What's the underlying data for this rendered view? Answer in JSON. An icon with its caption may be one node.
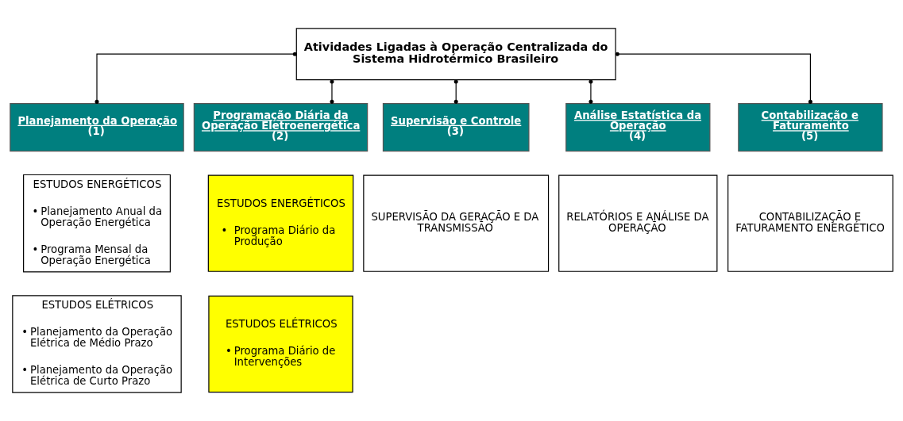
{
  "diagram": {
    "nodes": [
      {
        "text": [
          "Atividades Ligadas à Operação Centralizada do Sistema Hidrotérmico Brasileiro"
        ]
      },
      {
        "text": [
          "Planejamento da Operação",
          "(1)"
        ]
      },
      {
        "text": [
          "Programação Diária da Operação Eletroenergética",
          "(2)"
        ]
      },
      {
        "text": [
          "Supervisão e Controle",
          "(3)"
        ]
      },
      {
        "text": [
          "Análise Estatística da Operação",
          "(4)"
        ]
      },
      {
        "text": [
          "Contabilização e Faturamento",
          "(5)"
        ]
      },
      {
        "text": [
          "ESTUDOS ENERGÉTICOS",
          "•",
          "Planejamento Anual da Operação Energética",
          "•",
          "Programa Mensal da Operação Energética"
        ]
      },
      {
        "text": [
          "ESTUDOS ELÉTRICOS",
          "•",
          "Planejamento da Operação Elétrica de Médio Prazo",
          "•",
          "Planejamento da Operação Elétrica de Curto Prazo"
        ]
      },
      {
        "text": [
          "ESTUDOS ENERGÉTICOS",
          "•",
          "Programa Diário da Produção"
        ]
      },
      {
        "text": [
          "ESTUDOS ELÉTRICOS",
          "•",
          "Programa Diário de Intervenções"
        ]
      },
      {
        "text": [
          "SUPERVISÃO DA GERAÇÃO E DA TRANSMISSÃO"
        ]
      },
      {
        "text": [
          "RELATÓRIOS E ANÁLISE DA OPERAÇÃO"
        ]
      },
      {
        "text": [
          "CONTABILIZAÇÃO E FATURAMENTO ENERGÉTICO"
        ]
      }
    ],
    "edges": [
      {
        "from": 0,
        "to": 1,
        "arrow": "other"
      },
      {
        "from": 0,
        "to": 2,
        "arrow": "other"
      },
      {
        "from": 0,
        "to": 3,
        "arrow": "other"
      },
      {
        "from": 0,
        "to": 4,
        "arrow": "other"
      },
      {
        "from": 0,
        "to": 5,
        "arrow": "other"
      }
    ]
  }
}
